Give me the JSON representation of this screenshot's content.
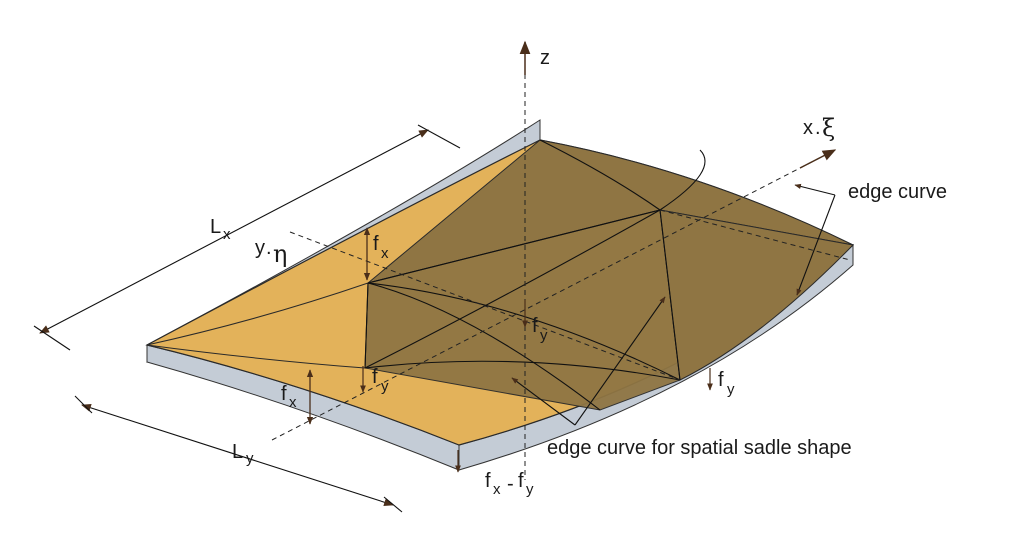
{
  "axes": {
    "z": "z",
    "x": "x",
    "x_greek": "ξ",
    "y": "y",
    "y_greek": "η"
  },
  "dimensions": {
    "lx": "L",
    "lx_sub": "x",
    "ly": "L",
    "ly_sub": "y",
    "f": "f",
    "sub_x": "x",
    "sub_y": "y",
    "f_diff_minus": "-"
  },
  "annotations": {
    "edge_curve": "edge curve",
    "edge_curve_saddle": "edge curve for spatial sadle shape"
  },
  "colors": {
    "surface_light": "#e3b25a",
    "surface_dark": "#8f7543",
    "side_face": "#c4ccd6",
    "arrow": "#4a2e1a",
    "line": "#111111"
  }
}
